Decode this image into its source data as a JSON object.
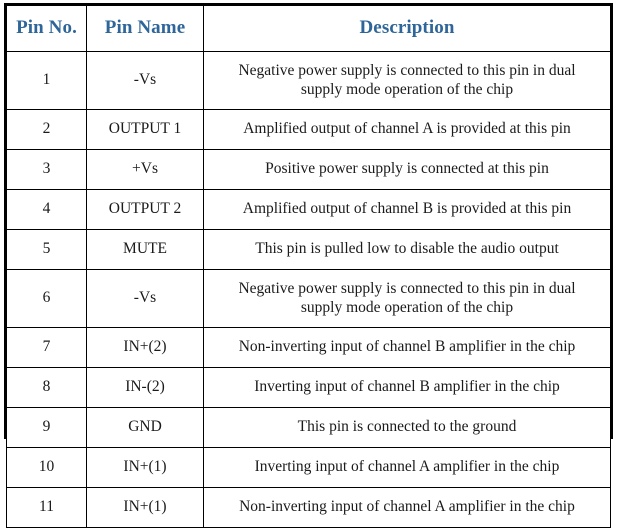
{
  "table": {
    "title": "Pin description table",
    "header_color": "#2f6699",
    "body_text_color": "#1a1a1a",
    "border_color": "#000000",
    "background": "#ffffff",
    "columns": [
      {
        "key": "pin_no",
        "label": "Pin No."
      },
      {
        "key": "pin_name",
        "label": "Pin Name"
      },
      {
        "key": "description",
        "label": "Description"
      }
    ],
    "rows": [
      {
        "pin_no": "1",
        "pin_name": "-Vs",
        "description_lines": [
          "Negative power supply is connected to this pin in dual",
          "supply mode operation of the chip"
        ],
        "lines": 2
      },
      {
        "pin_no": "2",
        "pin_name": "OUTPUT 1",
        "description_lines": [
          "Amplified output of channel A is provided at this pin"
        ],
        "lines": 1
      },
      {
        "pin_no": "3",
        "pin_name": "+Vs",
        "description_lines": [
          "Positive power supply is connected at this pin"
        ],
        "lines": 1
      },
      {
        "pin_no": "4",
        "pin_name": "OUTPUT 2",
        "description_lines": [
          "Amplified output of channel B is provided at this pin"
        ],
        "lines": 1
      },
      {
        "pin_no": "5",
        "pin_name": "MUTE",
        "description_lines": [
          "This pin is pulled low to disable the audio output"
        ],
        "lines": 1
      },
      {
        "pin_no": "6",
        "pin_name": "-Vs",
        "description_lines": [
          "Negative power supply is connected to this pin in dual",
          "supply mode operation of the chip"
        ],
        "lines": 2
      },
      {
        "pin_no": "7",
        "pin_name": "IN+(2)",
        "description_lines": [
          "Non-inverting input of channel B amplifier in the chip"
        ],
        "lines": 1
      },
      {
        "pin_no": "8",
        "pin_name": "IN-(2)",
        "description_lines": [
          "Inverting input of channel B amplifier in the chip"
        ],
        "lines": 1
      },
      {
        "pin_no": "9",
        "pin_name": "GND",
        "description_lines": [
          "This pin is connected to the ground"
        ],
        "lines": 1
      },
      {
        "pin_no": "10",
        "pin_name": "IN+(1)",
        "description_lines": [
          "Inverting input of channel A amplifier in the chip"
        ],
        "lines": 1
      },
      {
        "pin_no": "11",
        "pin_name": "IN+(1)",
        "description_lines": [
          "Non-inverting input of channel A amplifier in the chip"
        ],
        "lines": 1
      }
    ]
  }
}
